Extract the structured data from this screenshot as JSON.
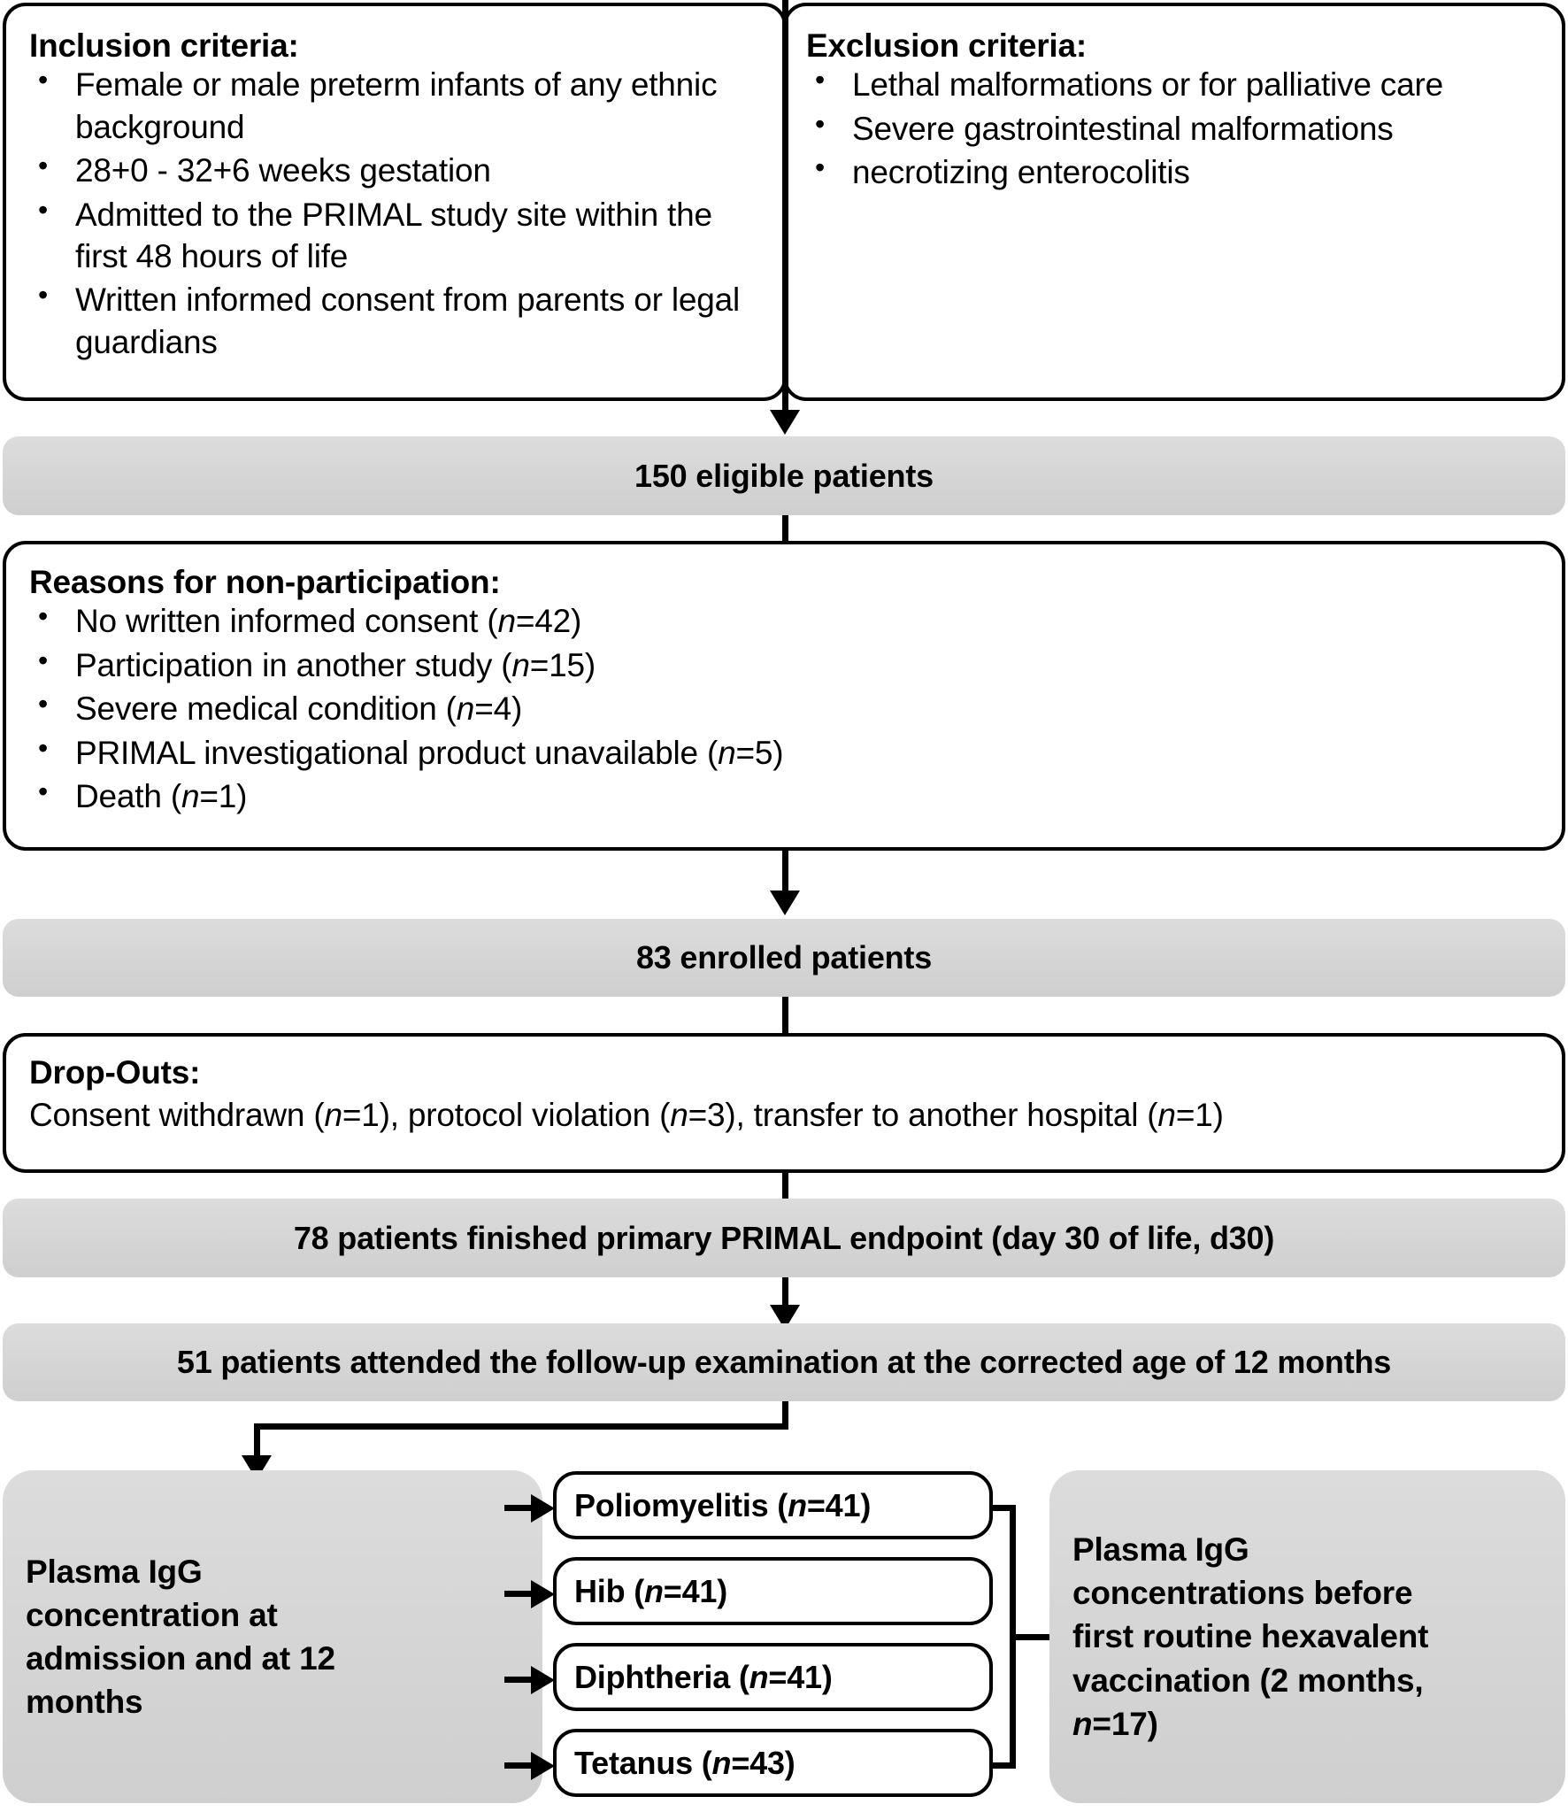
{
  "figure": {
    "type": "flow-diagram",
    "title": "PRIMAL study participant flow diagram",
    "accent_color": "#d6d6d6",
    "line_color": "#000000"
  },
  "inclusion": {
    "heading": "Inclusion criteria:",
    "items": [
      "Female or male preterm infants of any ethnic background",
      "28+0 - 32+6 weeks gestation",
      "Admitted to the PRIMAL study site within the first 48 hours of life",
      "Written informed consent from parents or legal guardians"
    ]
  },
  "exclusion": {
    "heading": "Exclusion criteria:",
    "items": [
      "Lethal malformations or for palliative care",
      "Severe gastrointestinal malformations",
      "necrotizing enterocolitis"
    ]
  },
  "banners": {
    "eligible": "150 eligible patients",
    "enrolled": "83 enrolled patients",
    "endpoint": "78 patients finished primary PRIMAL endpoint (day 30 of life, d30)",
    "followup": "51 patients attended the follow-up examination at the corrected age of 12 months"
  },
  "nonparticipation": {
    "heading": "Reasons for non-participation:",
    "items": [
      {
        "text": "No written informed consent (",
        "n_label": "n",
        "n_value": "=42)"
      },
      {
        "text": "Participation in another study  (",
        "n_label": "n",
        "n_value": "=15)"
      },
      {
        "text": "Severe medical condition (",
        "n_label": "n",
        "n_value": "=4)"
      },
      {
        "text": "PRIMAL investigational product unavailable (",
        "n_label": "n",
        "n_value": "=5)"
      },
      {
        "text": "Death (",
        "n_label": "n",
        "n_value": "=1)"
      }
    ]
  },
  "dropouts": {
    "heading": "Drop-Outs:",
    "line_part1": "Consent withdrawn (",
    "n1": "n",
    "line_part2": "=1), protocol violation (",
    "n2": "n",
    "line_part3": "=3), transfer to another hospital (",
    "n3": "n",
    "line_part4": "=1)"
  },
  "outcomes": {
    "left_box": {
      "line1": "Plasma IgG",
      "line2": "concentration at",
      "line3": "admission and at 12",
      "line4": "months"
    },
    "antigens": [
      {
        "name": "Poliomyelitis (",
        "n_label": "n",
        "n_value": "=41)"
      },
      {
        "name": "Hib (",
        "n_label": "n",
        "n_value": "=41)"
      },
      {
        "name": "Diphtheria (",
        "n_label": "n",
        "n_value": "=41)"
      },
      {
        "name": "Tetanus (",
        "n_label": "n",
        "n_value": "=43)"
      }
    ],
    "right_box": {
      "line1": "Plasma IgG",
      "line2": "concentrations before",
      "line3": "first routine hexavalent",
      "line4": "vaccination (2 months,",
      "n_label": "n",
      "line5": "=17)"
    }
  }
}
